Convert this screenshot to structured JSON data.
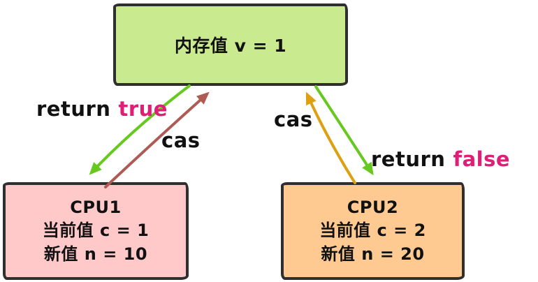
{
  "diagram": {
    "memory": {
      "label": "内存值 v = 1"
    },
    "cpu1": {
      "title": "CPU1",
      "lines": [
        "当前值 c = 1",
        "新值 n = 10"
      ]
    },
    "cpu2": {
      "title": "CPU2",
      "lines": [
        "当前值 c = 2",
        "新值 n = 20"
      ]
    },
    "edges": {
      "return_true": {
        "prefix": "return",
        "result": "true"
      },
      "cas_left": "cas",
      "cas_right": "cas",
      "return_false": {
        "prefix": "return",
        "result": "false"
      }
    },
    "colors": {
      "memory_fill": "#c9ea8f",
      "cpu1_fill": "#ffc9ca",
      "cpu2_fill": "#ffca92",
      "border": "#2f2f2f",
      "arrow_green": "#67c81e",
      "arrow_red": "#ad5b54",
      "arrow_orange": "#dda012",
      "result_text": "#dd1f77",
      "label_text": "#111111"
    }
  }
}
